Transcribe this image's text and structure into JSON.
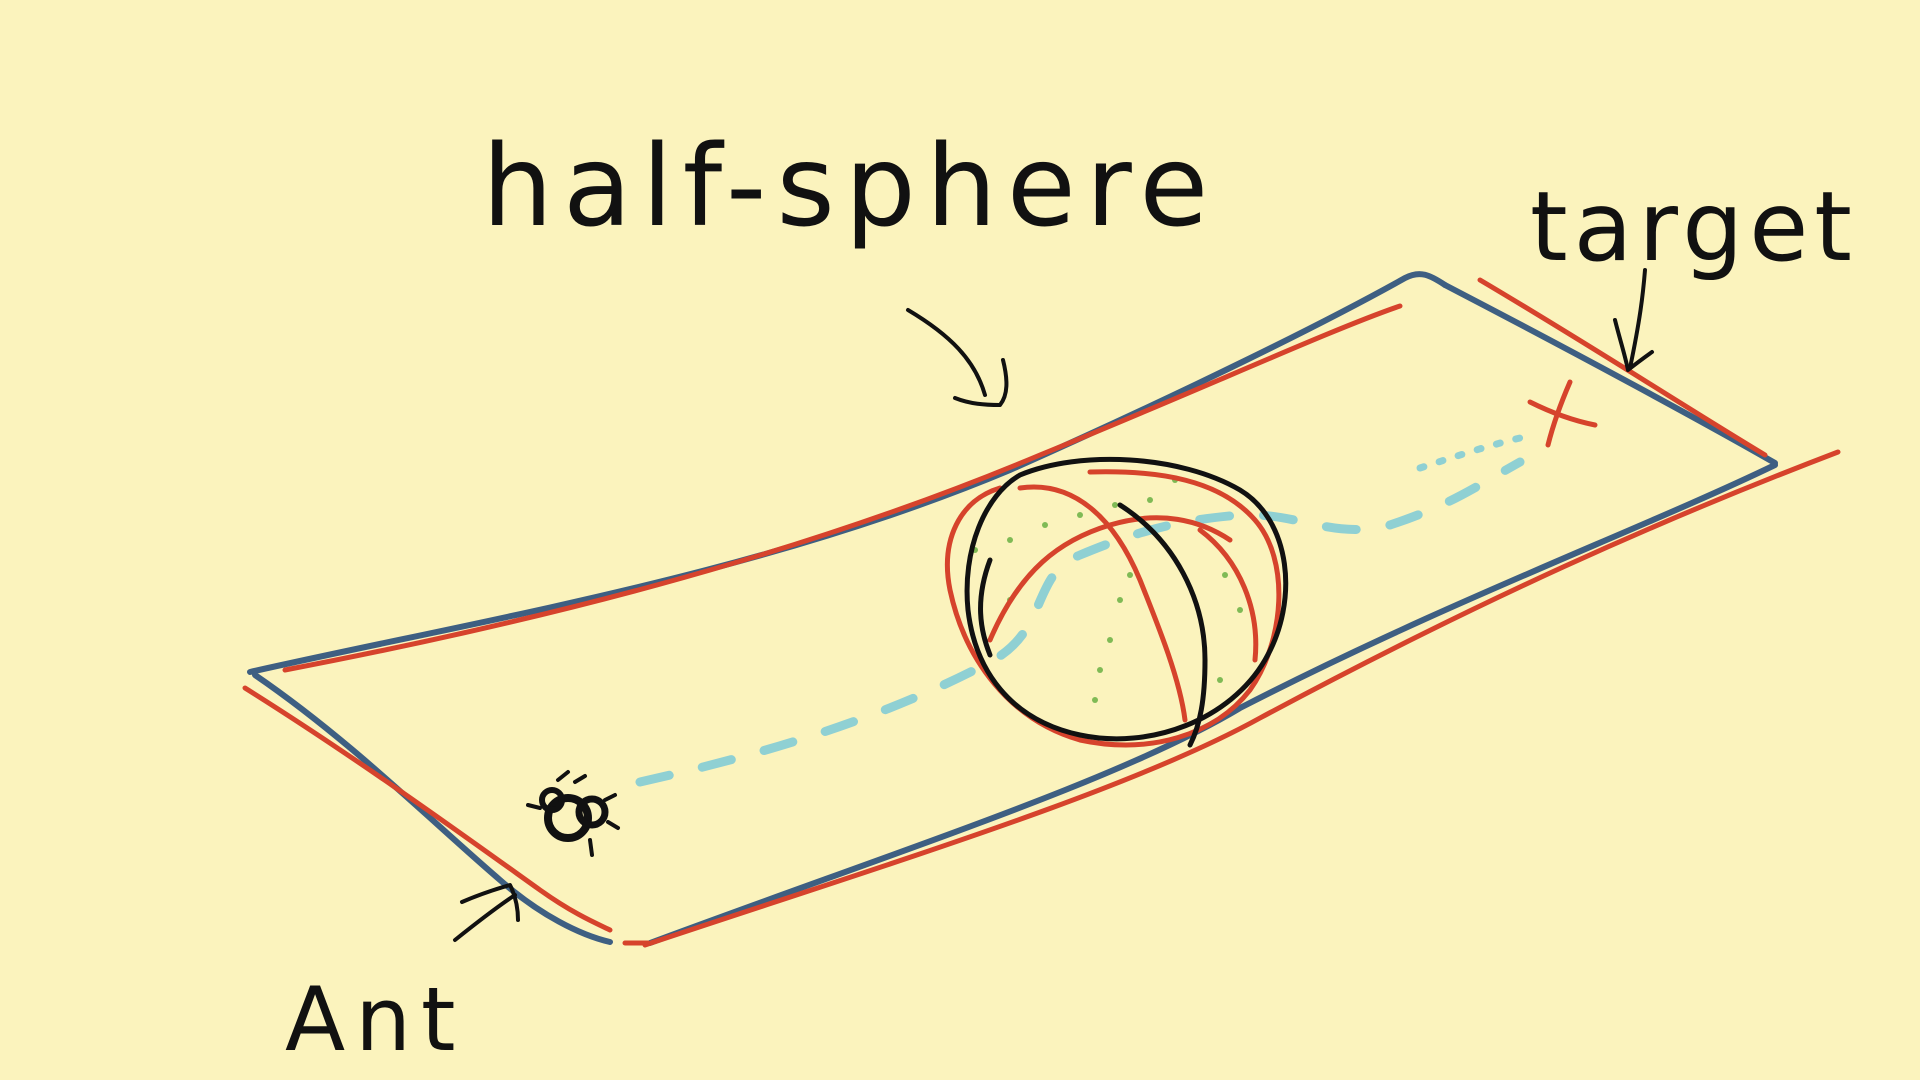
{
  "labels": {
    "half_sphere": "half-sphere",
    "target": "target",
    "ant": "Ant"
  },
  "colors": {
    "background": "#fbf3bd",
    "plane_blue": "#3e5f82",
    "plane_red": "#d6432c",
    "sphere_black": "#111111",
    "path_cyan": "#8fd0d3",
    "guide_green": "#7fba55",
    "target_red": "#d6432c",
    "ink": "#111111"
  },
  "icons": {
    "ant": "ant-icon",
    "target_mark": "x-mark-icon"
  }
}
